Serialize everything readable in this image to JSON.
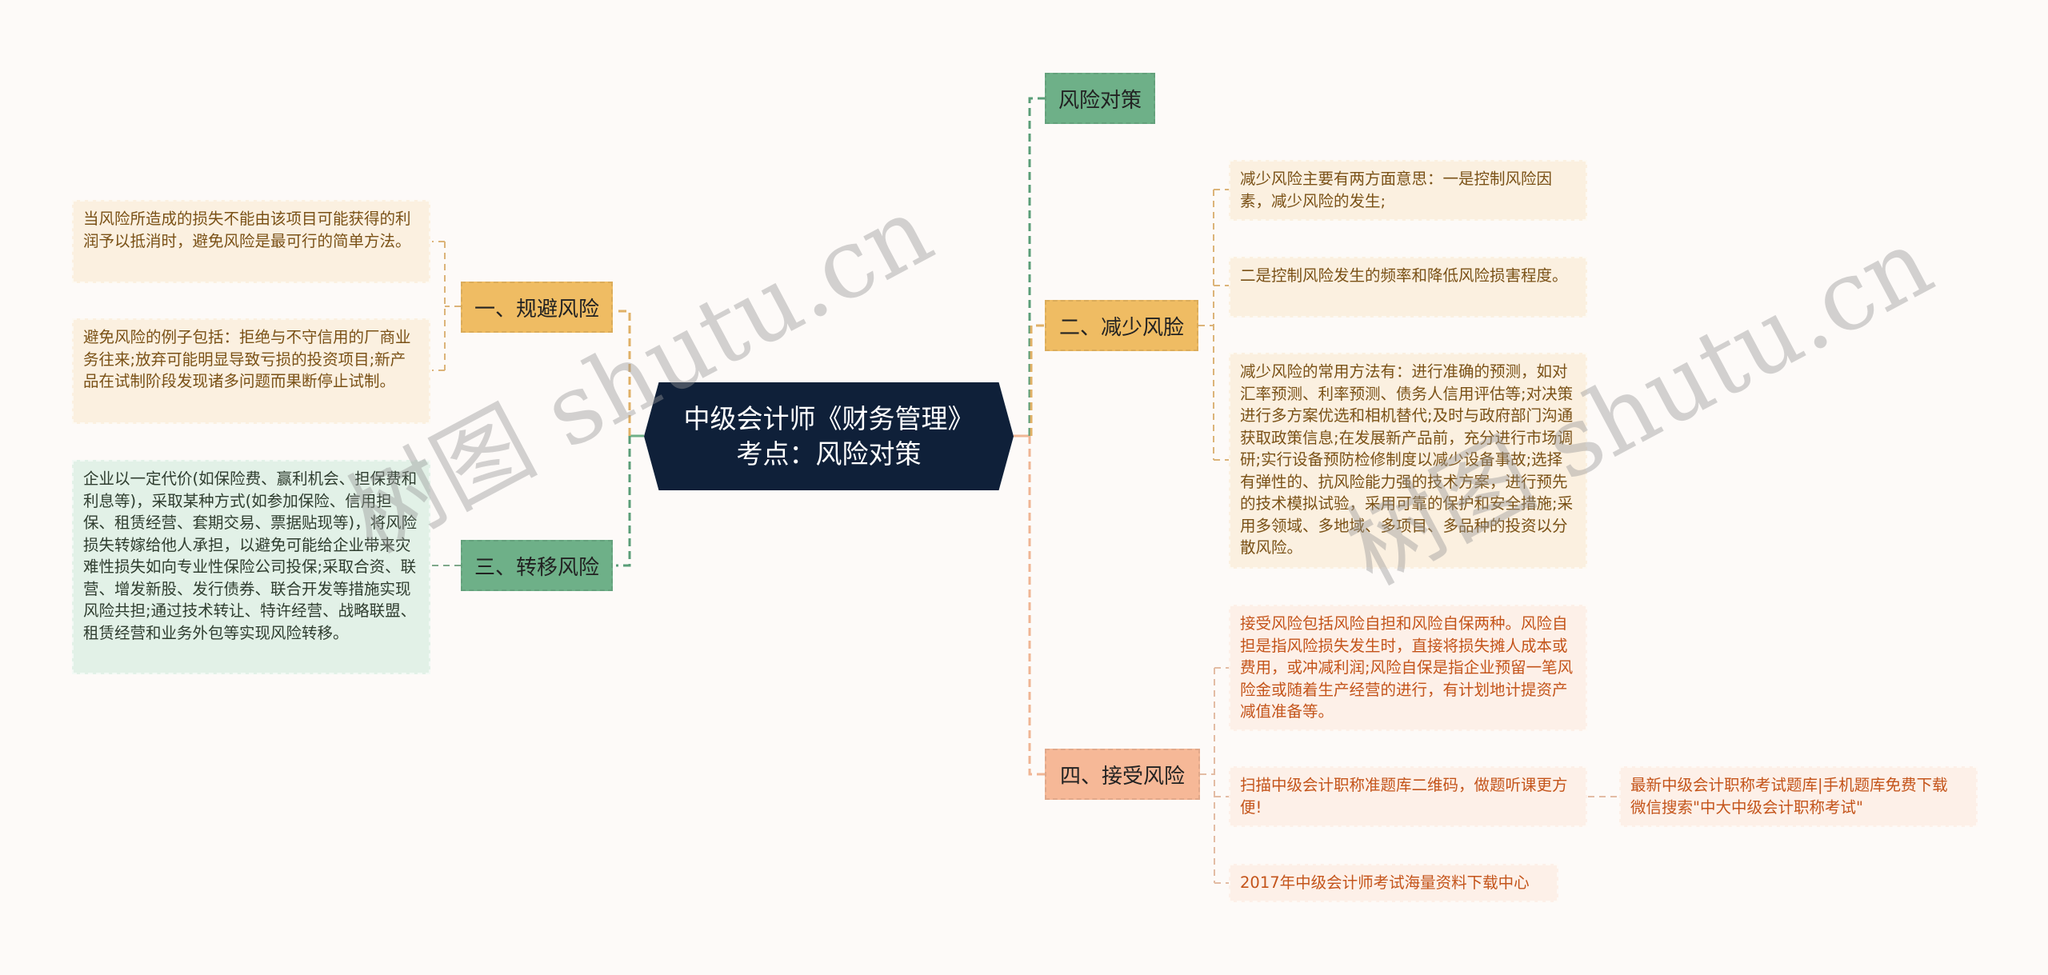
{
  "root": {
    "title_line1": "中级会计师《财务管理》",
    "title_line2": "考点：风险对策"
  },
  "topics": {
    "risk_strategy": {
      "label": "风险对策",
      "color": "#6eb088"
    },
    "avoid_risk": {
      "label": "一、规避风险",
      "color": "#efbc63",
      "details": [
        "当风险所造成的损失不能由该项目可能获得的利润予以抵消时，避免风险是最可行的简单方法。",
        "避免风险的例子包括：拒绝与不守信用的厂商业务往来;放弃可能明显导致亏损的投资项目;新产品在试制阶段发现诸多问题而果断停止试制。"
      ]
    },
    "reduce_risk": {
      "label": "二、减少风脸",
      "color": "#efbc63",
      "details": [
        "减少风险主要有两方面意思：一是控制风险因素，减少风险的发生;",
        "二是控制风险发生的频率和降低风险损害程度。",
        "减少风险的常用方法有：进行准确的预测，如对汇率预测、利率预测、债务人信用评估等;对决策进行多方案优选和相机替代;及时与政府部门沟通获取政策信息;在发展新产品前，充分进行市场调研;实行设备预防检修制度以减少设备事故;选择有弹性的、抗风险能力强的技术方案，进行预先的技术模拟试验，采用可靠的保护和安全措施;采用多领域、多地域、多项目、多品种的投资以分散风险。"
      ]
    },
    "transfer_risk": {
      "label": "三、转移风险",
      "color": "#6eb088",
      "details": [
        "企业以一定代价(如保险费、赢利机会、担保费和利息等)，采取某种方式(如参加保险、信用担保、租赁经营、套期交易、票据贴现等)，将风险损失转嫁给他人承担，以避免可能给企业带来灾难性损失如向专业性保险公司投保;采取合资、联营、增发新股、发行债券、联合开发等措施实现风险共担;通过技术转让、特许经营、战略联盟、租赁经营和业务外包等实现风险转移。"
      ]
    },
    "accept_risk": {
      "label": "四、接受风险",
      "color": "#f6b897",
      "details": [
        "接受风险包括风险自担和风险自保两种。风险自担是指风险损失发生时，直接将损失摊人成本或费用，或冲减利润;风险自保是指企业预留一笔风险金或随着生产经营的进行，有计划地计提资产减值准备等。",
        "扫描中级会计职称准题库二维码，做题听课更方便!",
        "2017年中级会计师考试海量资料下载中心"
      ],
      "sub_detail": "最新中级会计职称考试题库|手机题库免费下载 微信搜索\"中大中级会计职称考试\""
    }
  },
  "watermark": {
    "left": "树图 shutu.cn",
    "right": "树图 shutu.cn"
  }
}
